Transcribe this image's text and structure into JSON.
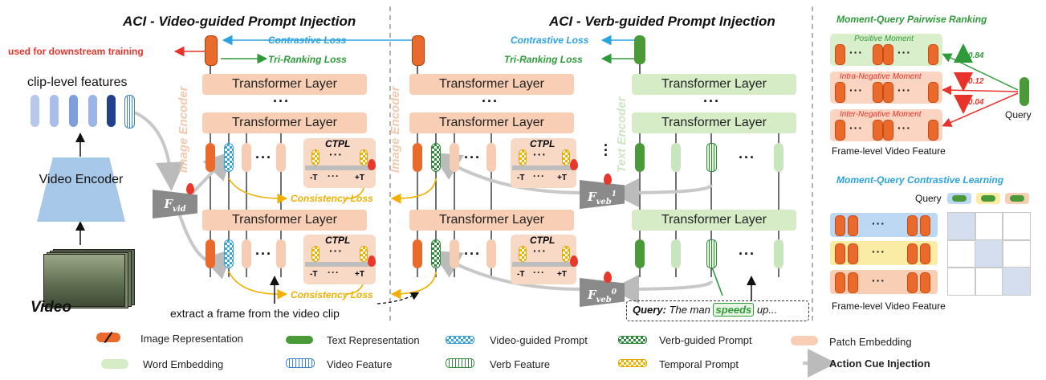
{
  "titles": {
    "video_injection": "ACI - Video-guided Prompt Injection",
    "verb_injection": "ACI - Verb-guided Prompt Injection",
    "pairwise": "Moment-Query Pairwise Ranking",
    "contrastive": "Moment-Query Contrastive Learning"
  },
  "left": {
    "downstream": "used for downstream training",
    "clip_features": "clip-level features",
    "video_encoder": "Video Encoder",
    "video": "Video",
    "extract": "extract a frame from the video clip",
    "f_vid": "F"
  },
  "losses": {
    "contrastive": "Contrastive Loss",
    "tri_ranking": "Tri-Ranking Loss",
    "consistency": "Consistency Loss"
  },
  "encoders": {
    "image": "Image Encoder",
    "text": "Text Encoder"
  },
  "layers": {
    "transformer": "Transformer Layer",
    "ctpl": "CTPL",
    "minus_t": "-T",
    "plus_t": "+T",
    "dots": "···",
    "vdots": "⋮"
  },
  "query": {
    "label": "Query:",
    "before": "The man",
    "verb": "speeds",
    "after": "up..."
  },
  "ranking": {
    "positive": "Positive Moment",
    "intra": "Intra-Negative Moment",
    "inter": "Inter-Negative Moment",
    "v1": "0.84",
    "v2": "0.12",
    "v3": "0.04",
    "query": "Query",
    "frame_feature": "Frame-level Video Feature"
  },
  "contrastive_panel": {
    "query": "Query",
    "frame_feature": "Frame-level Video Feature"
  },
  "legend": {
    "image_rep": "Image Representation",
    "text_rep": "Text Representation",
    "video_prompt": "Video-guided Prompt",
    "verb_prompt": "Verb-guided Prompt",
    "patch": "Patch Embedding",
    "word": "Word Embedding",
    "video_feature": "Video Feature",
    "verb_feature": "Verb Feature",
    "temporal": "Temporal Prompt",
    "aci": "Action Cue Injection"
  },
  "colors": {
    "orange": "#e96a2a",
    "peach": "#f8cfb5",
    "green": "#4a9a3a",
    "light_green": "#d6ecc7",
    "blue": "#2aa3e0",
    "red": "#e8332a",
    "yellow": "#f0b000"
  }
}
